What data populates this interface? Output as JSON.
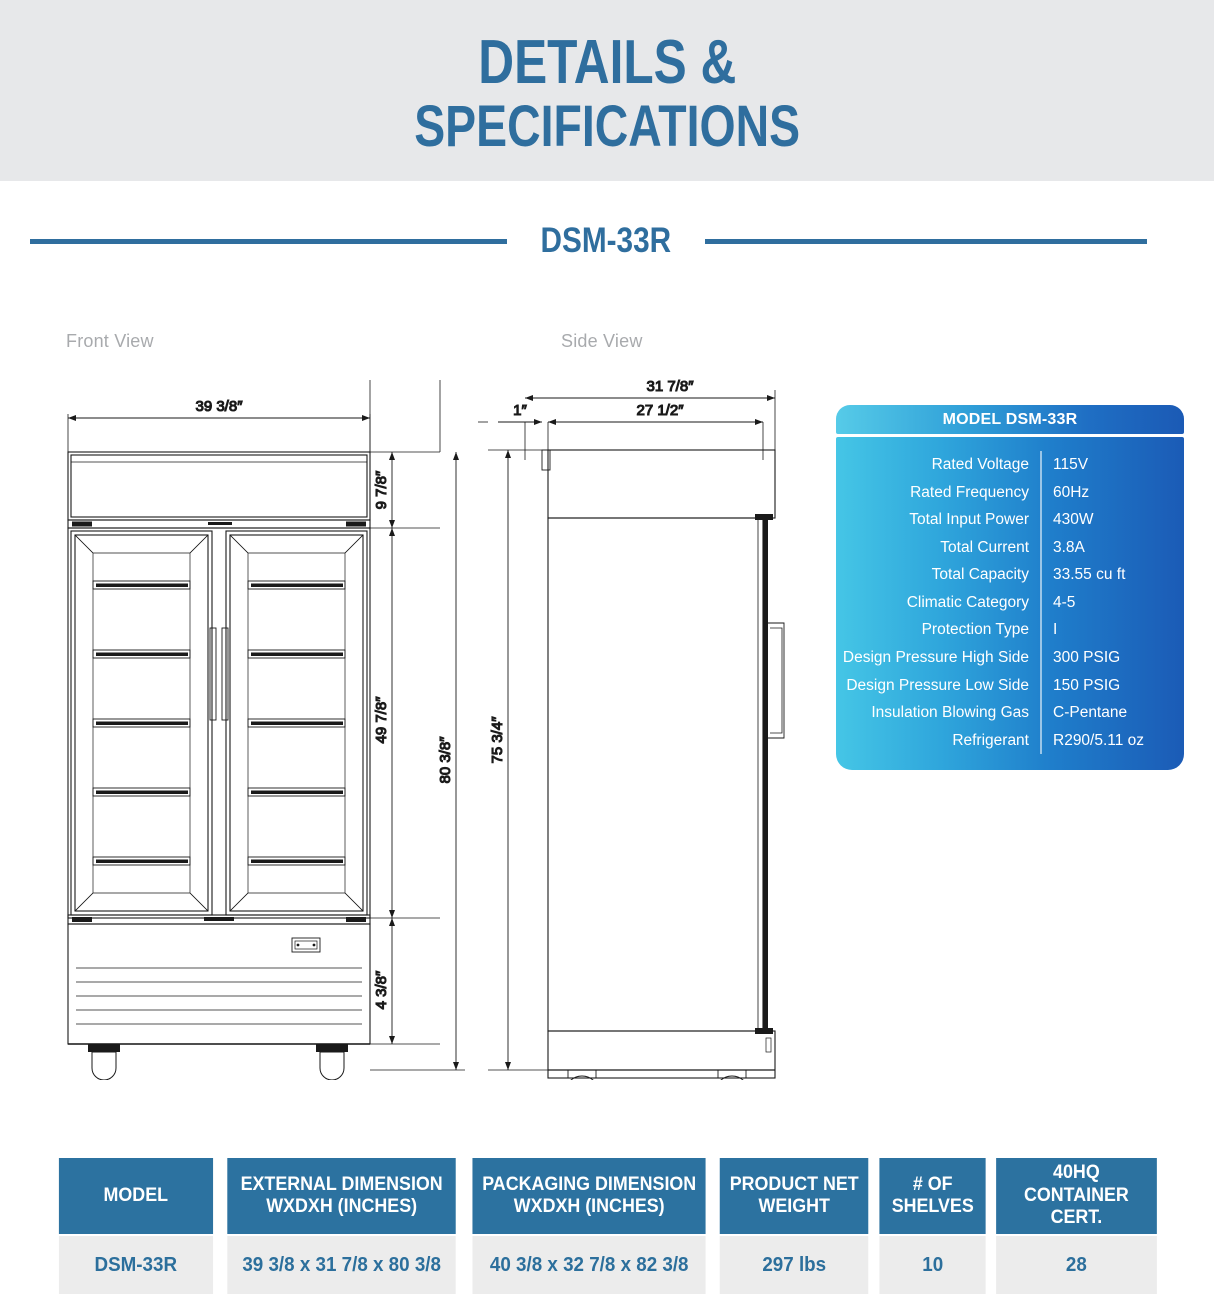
{
  "banner": {
    "line1": "DETAILS &",
    "line2": "SPECIFICATIONS",
    "accent_color": "#2f6e9e",
    "background_color": "#e7e8ea"
  },
  "model_bar": {
    "model": "DSM-33R",
    "rule_color": "#2f6e9e"
  },
  "views": {
    "front_label": "Front View",
    "side_label": "Side View",
    "label_color": "#a8aaad"
  },
  "front_dimensions": {
    "width": "39 3/8″",
    "canopy_height": "9 7/8″",
    "door_height": "49 7/8″",
    "overall_height": "80 3/8″",
    "base_height": "4 3/8″"
  },
  "side_dimensions": {
    "overall_depth": "31 7/8″",
    "cabinet_depth": "27 1/2″",
    "handle_offset": "1″",
    "cabinet_height": "75 3/4″"
  },
  "spec_card": {
    "title": "MODEL DSM-33R",
    "rows": [
      {
        "key": "Rated  Voltage",
        "value": "115V"
      },
      {
        "key": "Rated  Frequency",
        "value": "60Hz"
      },
      {
        "key": "Total Input Power",
        "value": "430W"
      },
      {
        "key": "Total Current",
        "value": "3.8A"
      },
      {
        "key": "Total Capacity",
        "value": "33.55 cu ft"
      },
      {
        "key": "Climatic Category",
        "value": "4-5"
      },
      {
        "key": "Protection Type",
        "value": "I"
      },
      {
        "key": "Design Pressure High Side",
        "value": "300 PSIG"
      },
      {
        "key": "Design Pressure Low Side",
        "value": "150 PSIG"
      },
      {
        "key": "Insulation Blowing Gas",
        "value": "C-Pentane"
      },
      {
        "key": "Refrigerant",
        "value": "R290/5.11 oz"
      }
    ],
    "gradient_start": "#45c6e6",
    "gradient_end": "#1b5bb6"
  },
  "bottom_table": {
    "header_color": "#2c72a0",
    "row_color": "#ececec",
    "text_color": "#2c6f9c",
    "columns": [
      {
        "line1": "MODEL",
        "line2": ""
      },
      {
        "line1": "EXTERNAL DIMENSION",
        "line2": "WXDXH (INCHES)"
      },
      {
        "line1": "PACKAGING DIMENSION",
        "line2": "WXDXH (INCHES)"
      },
      {
        "line1": "PRODUCT NET",
        "line2": "WEIGHT"
      },
      {
        "line1": "# OF",
        "line2": "SHELVES"
      },
      {
        "line1": "40HQ",
        "line2": "CONTAINER CERT."
      }
    ],
    "rows": [
      {
        "model": "DSM-33R",
        "external": "39 3/8 x 31 7/8 x 80 3/8",
        "packaging": "40 3/8 x 32 7/8 x 82 3/8",
        "weight": "297 lbs",
        "shelves": "10",
        "container": "28"
      }
    ]
  }
}
